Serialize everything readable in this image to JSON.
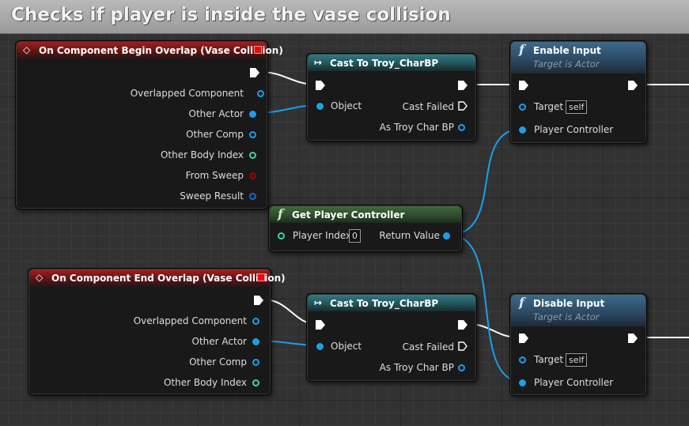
{
  "comment": {
    "title": "Checks if player is inside the vase collision"
  },
  "nodes": {
    "begin_overlap": {
      "title": "On Component Begin Overlap (Vase Collision)",
      "pins": [
        "Overlapped Component",
        "Other Actor",
        "Other Comp",
        "Other Body Index",
        "From Sweep",
        "Sweep Result"
      ]
    },
    "end_overlap": {
      "title": "On Component End Overlap (Vase Collision)",
      "pins": [
        "Overlapped Component",
        "Other Actor",
        "Other Comp",
        "Other Body Index"
      ]
    },
    "cast_top": {
      "title": "Cast To Troy_CharBP",
      "object_pin": "Object",
      "cast_failed": "Cast Failed",
      "as_pin": "As Troy Char BP"
    },
    "cast_bottom": {
      "title": "Cast To Troy_CharBP",
      "object_pin": "Object",
      "cast_failed": "Cast Failed",
      "as_pin": "As Troy Char BP"
    },
    "enable_input": {
      "title": "Enable Input",
      "subtitle": "Target is Actor",
      "target": "Target",
      "target_default": "self",
      "player_controller": "Player Controller"
    },
    "disable_input": {
      "title": "Disable Input",
      "subtitle": "Target is Actor",
      "target": "Target",
      "target_default": "self",
      "player_controller": "Player Controller"
    },
    "get_player_controller": {
      "title": "Get Player Controller",
      "player_index": "Player Index",
      "player_index_value": "0",
      "return_value": "Return Value"
    }
  },
  "colors": {
    "event_header": "#a02020",
    "cast_header": "#2f7c82",
    "function_header": "#3d6a8a",
    "pure_header": "#3f6a3a",
    "object_pin": "#1aa0e8",
    "exec_wire": "#ffffff"
  },
  "icons": {
    "event": "event-diamond-icon",
    "cast": "cast-arrow-icon",
    "function": "function-f-icon"
  }
}
